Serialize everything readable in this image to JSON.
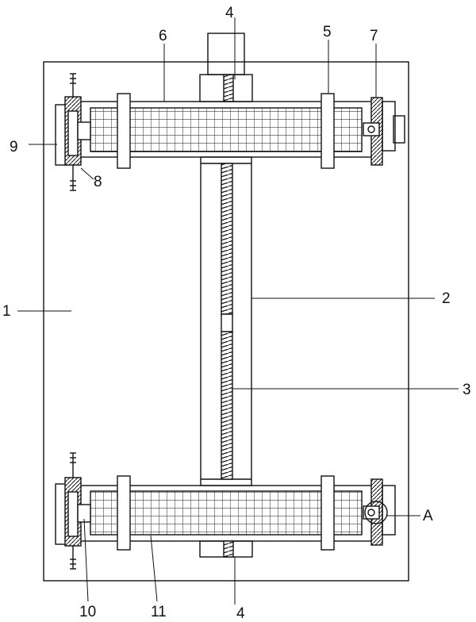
{
  "colors": {
    "line": "#111111",
    "paper": "#ffffff"
  },
  "labels": {
    "l1": "1",
    "l2": "2",
    "l3": "3",
    "l4_top": "4",
    "l4_bottom": "4",
    "l5": "5",
    "l6": "6",
    "l7": "7",
    "l8": "8",
    "l9": "9",
    "l10": "10",
    "l11": "11",
    "lA": "A"
  }
}
